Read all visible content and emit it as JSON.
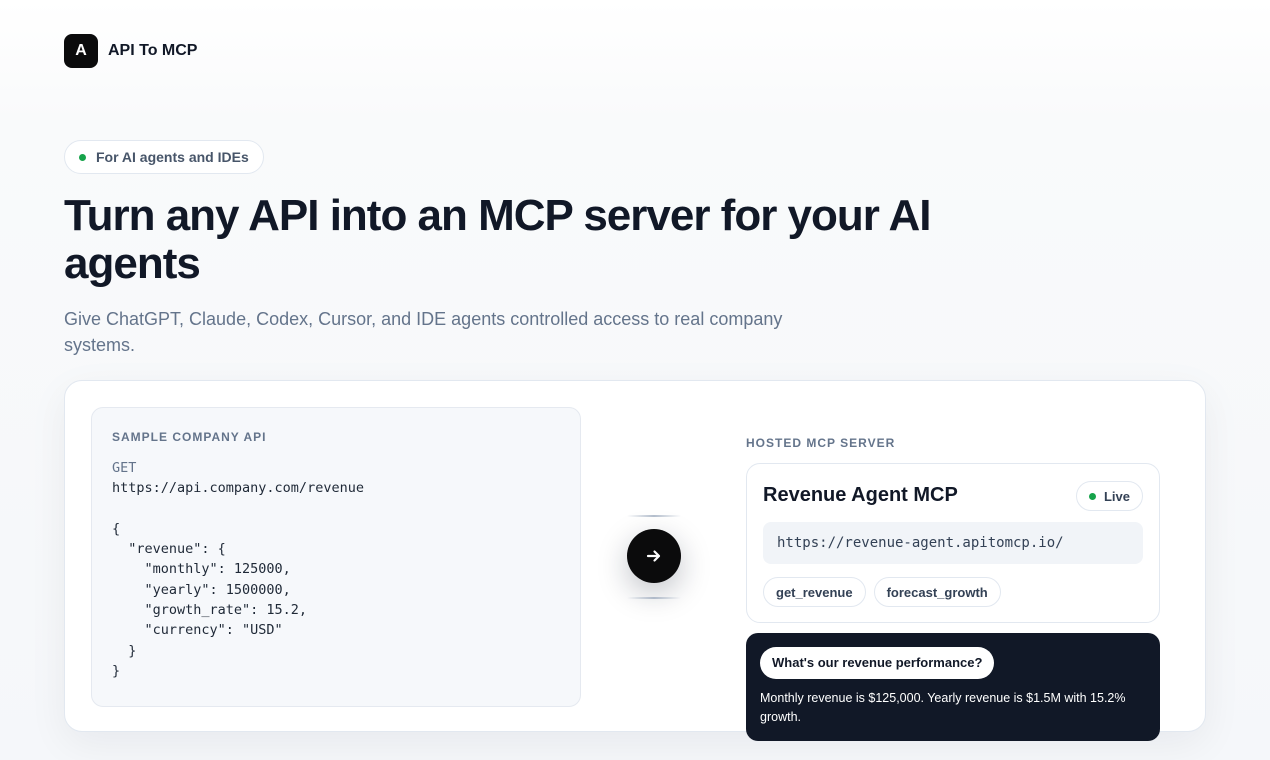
{
  "header": {
    "logo_letter": "A",
    "brand": "API To MCP"
  },
  "hero": {
    "pill_text": "For AI agents and IDEs",
    "title": "Turn any API into an MCP server for your AI agents",
    "subtitle": "Give ChatGPT, Claude, Codex, Cursor, and IDE agents controlled access to real company systems."
  },
  "api_panel": {
    "label": "SAMPLE COMPANY API",
    "method": "GET",
    "url": "https://api.company.com/revenue",
    "body": "{\n  \"revenue\": {\n    \"monthly\": 125000,\n    \"yearly\": 1500000,\n    \"growth_rate\": 15.2,\n    \"currency\": \"USD\"\n  }\n}"
  },
  "arrow": {
    "icon": "arrow-right-icon"
  },
  "mcp": {
    "label": "HOSTED MCP SERVER",
    "title": "Revenue Agent MCP",
    "status": "Live",
    "url": "https://revenue-agent.apitomcp.io/",
    "tools": [
      "get_revenue",
      "forecast_growth"
    ]
  },
  "chat": {
    "question": "What's our revenue performance?",
    "answer": "Monthly revenue is $125,000. Yearly revenue is $1.5M with 15.2% growth."
  },
  "colors": {
    "accent_dark": "#0b0b0c",
    "live_green": "#16a34a",
    "chat_bg": "#111827"
  }
}
